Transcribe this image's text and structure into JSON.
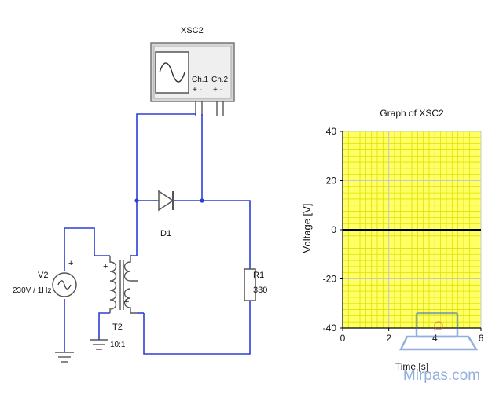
{
  "circuit": {
    "scope_name": "XSC2",
    "scope_ch1": "Ch.1",
    "scope_ch2": "Ch.2",
    "scope_ch1_terms": "+ -",
    "scope_ch2_terms": "+ -",
    "source_name": "V2",
    "source_value": "230V / 1Hz",
    "transformer_name": "T2",
    "transformer_ratio": "10:1",
    "diode_name": "D1",
    "resistor_name": "R1",
    "resistor_value": "330"
  },
  "graph": {
    "title": "Graph of XSC2",
    "ylabel": "Voltage [V]",
    "xlabel": "Time [s]",
    "grid_color": "#e0e000",
    "background_color": "#ffff66"
  },
  "watermark": {
    "text": "Mirpas.com"
  },
  "chart_data": {
    "type": "line",
    "title": "Graph of XSC2",
    "xlabel": "Time [s]",
    "ylabel": "Voltage [V]",
    "xlim": [
      0,
      6
    ],
    "ylim": [
      -40,
      40
    ],
    "x_ticks": [
      0,
      2,
      4,
      6
    ],
    "y_ticks": [
      40,
      20,
      0,
      -20,
      -40
    ],
    "grid": true,
    "series": [
      {
        "x": [
          0,
          6
        ],
        "y": [
          0,
          0
        ],
        "color": "#000000"
      }
    ]
  }
}
